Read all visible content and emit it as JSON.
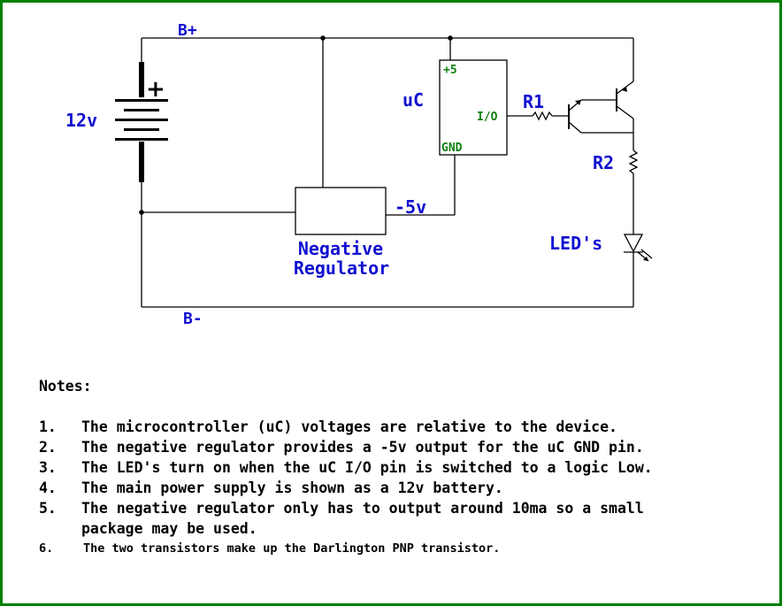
{
  "diagram": {
    "labels": {
      "bplus": "B+",
      "bminus": "B-",
      "battery_voltage": "12v",
      "battery_plus": "+",
      "uc": "uC",
      "uc_pin_5v": "+5",
      "uc_pin_io": "I/O",
      "uc_pin_gnd": "GND",
      "minus5v": "-5v",
      "regulator_line1": "Negative",
      "regulator_line2": "Regulator",
      "r1": "R1",
      "r2": "R2",
      "leds": "LED's"
    },
    "colors": {
      "border": "#008000",
      "label_blue": "#1010d0",
      "pin_green": "#108010",
      "wire": "#000000"
    }
  },
  "notes": {
    "heading": "Notes:",
    "items": [
      {
        "num": "1.",
        "text": "The microcontroller (uC) voltages are relative to the device."
      },
      {
        "num": "2.",
        "text": "The negative regulator provides a -5v output for the uC GND pin."
      },
      {
        "num": "3.",
        "text": "The LED's turn on when the uC I/O pin is switched to a logic Low."
      },
      {
        "num": "4.",
        "text": "The main power supply is shown as a 12v battery."
      },
      {
        "num": "5.",
        "text": "The negative regulator only has to output around 10ma so a small",
        "cont": "package may be used."
      },
      {
        "num": "6.",
        "text": "The two transistors make up the Darlington PNP transistor."
      }
    ]
  }
}
